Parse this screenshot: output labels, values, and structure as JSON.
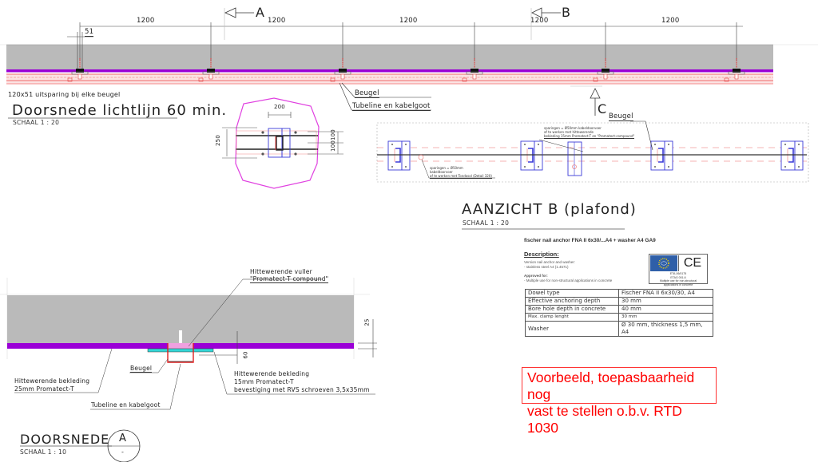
{
  "top_section": {
    "dimension_labels": [
      "1200",
      "1200",
      "1200",
      "1200",
      "1200"
    ],
    "small_dimension": "51",
    "section_marker_a": "A",
    "section_marker_b": "B",
    "section_marker_c": "C",
    "note": "120x51 uitsparing bij elke beugel",
    "callout_beugel": "Beugel",
    "callout_tubeline": "Tubeline en kabelgoot",
    "title": "Doorsnede lichtlijn 60 min.",
    "scale": "SCHAAL 1 : 20"
  },
  "detail_circle": {
    "dim_width": "200",
    "dim_height": "250",
    "dim_right": "100100"
  },
  "view_b": {
    "callout_beugel": "Beugel",
    "note_top": [
      "sparingen = Ø50mm kabeldoorvoer",
      "af te werken met hittewerende",
      "bekleding 15mm Promatect-T en \"Promatect-compound\""
    ],
    "note_bottom": [
      "sparingen = Ø50mm",
      "kabeldoorvoer",
      "af te werken met Tondosol (Detail 320)"
    ],
    "title": "AANZICHT  B (plafond)",
    "scale": "SCHAAL 1 : 20"
  },
  "anchor_card": {
    "heading": "fischer nail anchor FNA II 6x30/...A4 + washer A4 GA9",
    "description_label": "Description:",
    "description_lines": [
      "Version nail anchor and washer:",
      "- stainless steel A4 (1.4571)"
    ],
    "approved_label": "Approved for:",
    "approved_line": "- Multiple use for non-structural applications in concrete",
    "cert_ce": "CE",
    "cert_caption": [
      "ETA-06/0175",
      "ETAG 001-6",
      "Multiple use for non-structural",
      "applications in concrete"
    ],
    "spec_table": [
      [
        "Dowel type",
        "Fischer FNA II 6x30/30, A4"
      ],
      [
        "Effective anchoring depth",
        "30 mm"
      ],
      [
        "Bore hole depth in concrete",
        "40 mm"
      ],
      [
        "Max. clamp lenght",
        "30 mm"
      ],
      [
        "Washer",
        "Ø 30 mm, thickness 1,5 mm, A4"
      ]
    ]
  },
  "section_a": {
    "callout_filler": [
      "Hittewerende vuller",
      "\"Promatect-T compound\""
    ],
    "dim_25": "25",
    "dim_60": "60",
    "callout_beugel": "Beugel",
    "callout_cladding_25": [
      "Hittewerende bekleding",
      "25mm Promatect-T"
    ],
    "callout_cladding_15": [
      "Hittewerende bekleding",
      "15mm Promatect-T",
      "bevestiging met RVS schroeven 3,5x35mm"
    ],
    "callout_tubeline": "Tubeline en kabelgoot",
    "title": "DOORSNEDE",
    "section_letter": "A",
    "section_sub": "-",
    "scale": "SCHAAL 1 : 10"
  },
  "warning_note": [
    "Voorbeeld, toepasbaarheid nog",
    "vast te stellen o.b.v. RTD 1030"
  ],
  "colors": {
    "concrete": "#bababa",
    "cladding": "#9a00d6",
    "tubeline": "#f26a6a",
    "bracket": "#3a3ad8",
    "filler": "#f0a0e0",
    "plate": "#33d6d6",
    "warning": "#ff0000"
  }
}
